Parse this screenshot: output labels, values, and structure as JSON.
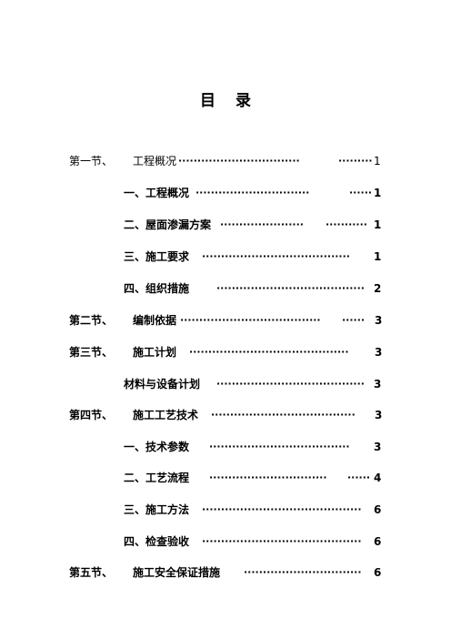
{
  "title_part1": "目",
  "title_part2": "录",
  "entries": [
    {
      "num": "第一节、",
      "label": "工程概况",
      "dots1": "································",
      "dots2": "·········",
      "page": "1"
    },
    {
      "num": "",
      "label": "一、工程概况",
      "dots1": "······························",
      "dots2": "······",
      "page": "1"
    },
    {
      "num": "",
      "label": "二、屋面渗漏方案",
      "dots1": "······················",
      "dots2": "···········",
      "page": "1"
    },
    {
      "num": "",
      "label": "三、施工要求",
      "dots1": "·······································",
      "dots2": "",
      "page": "1"
    },
    {
      "num": "",
      "label": "四、组织措施",
      "dots1": "·······································",
      "dots2": "",
      "page": "2"
    },
    {
      "num": "第二节、",
      "label": "编制依据",
      "dots1": "·····································",
      "dots2": "······",
      "page": "3"
    },
    {
      "num": "第三节、",
      "label": "施工计划",
      "dots1": "··········································",
      "dots2": "",
      "page": "3"
    },
    {
      "num": "",
      "label": "材料与设备计划",
      "dots1": "·······································",
      "dots2": "",
      "page": "3"
    },
    {
      "num": "第四节、",
      "label": "施工工艺技术",
      "dots1": "······································",
      "dots2": "",
      "page": "3"
    },
    {
      "num": "",
      "label": "一、技术参数",
      "dots1": "·····································",
      "dots2": "",
      "page": "3"
    },
    {
      "num": "",
      "label": "二、工艺流程",
      "dots1": "·······························",
      "dots2": "······",
      "page": "4"
    },
    {
      "num": "",
      "label": "三、施工方法",
      "dots1": "··········································",
      "dots2": "",
      "page": "6"
    },
    {
      "num": "",
      "label": "四、检查验收",
      "dots1": "··········································",
      "dots2": "",
      "page": "6"
    },
    {
      "num": "第五节、",
      "label": "施工安全保证措施",
      "dots1": "·······························",
      "dots2": "",
      "page": "6"
    }
  ]
}
